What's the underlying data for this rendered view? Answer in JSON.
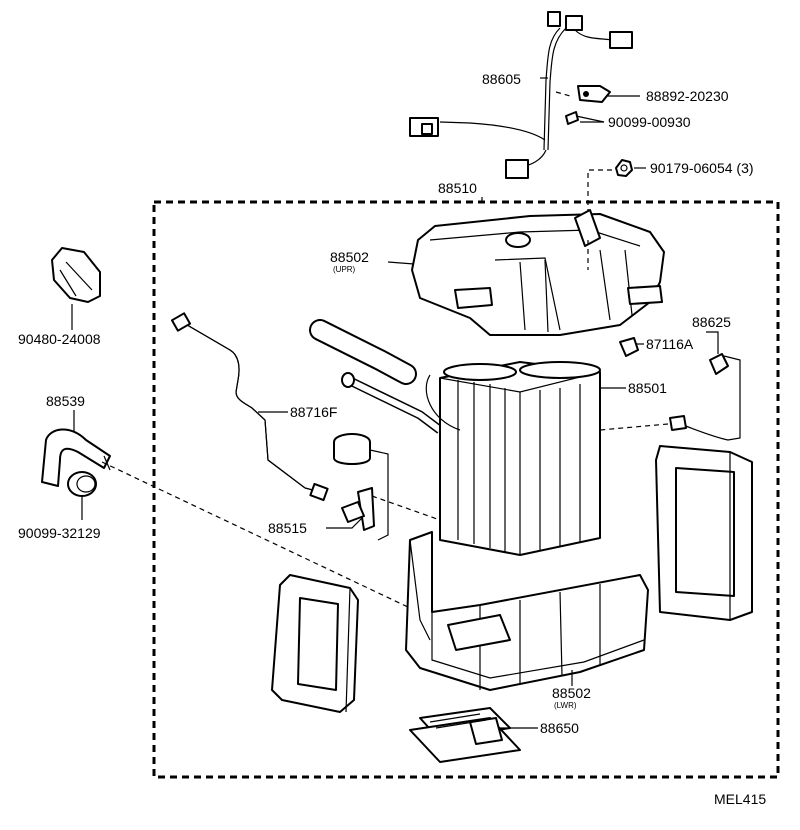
{
  "parts": {
    "harness": "88605",
    "clamp": "88892-20230",
    "screw": "90099-00930",
    "nut": "90179-06054 (3)",
    "assembly": "88510",
    "upper_case": "88502",
    "upper_case_note": "(UPR)",
    "switch": "90480-24008",
    "hose": "88539",
    "grommet": "90099-32129",
    "tube": "88716F",
    "valve": "88515",
    "thermistor": "88625",
    "clip": "87116A",
    "evaporator": "88501",
    "lower_case": "88502",
    "lower_case_note": "(LWR)",
    "amplifier": "88650"
  },
  "figure_code": "MEL415"
}
